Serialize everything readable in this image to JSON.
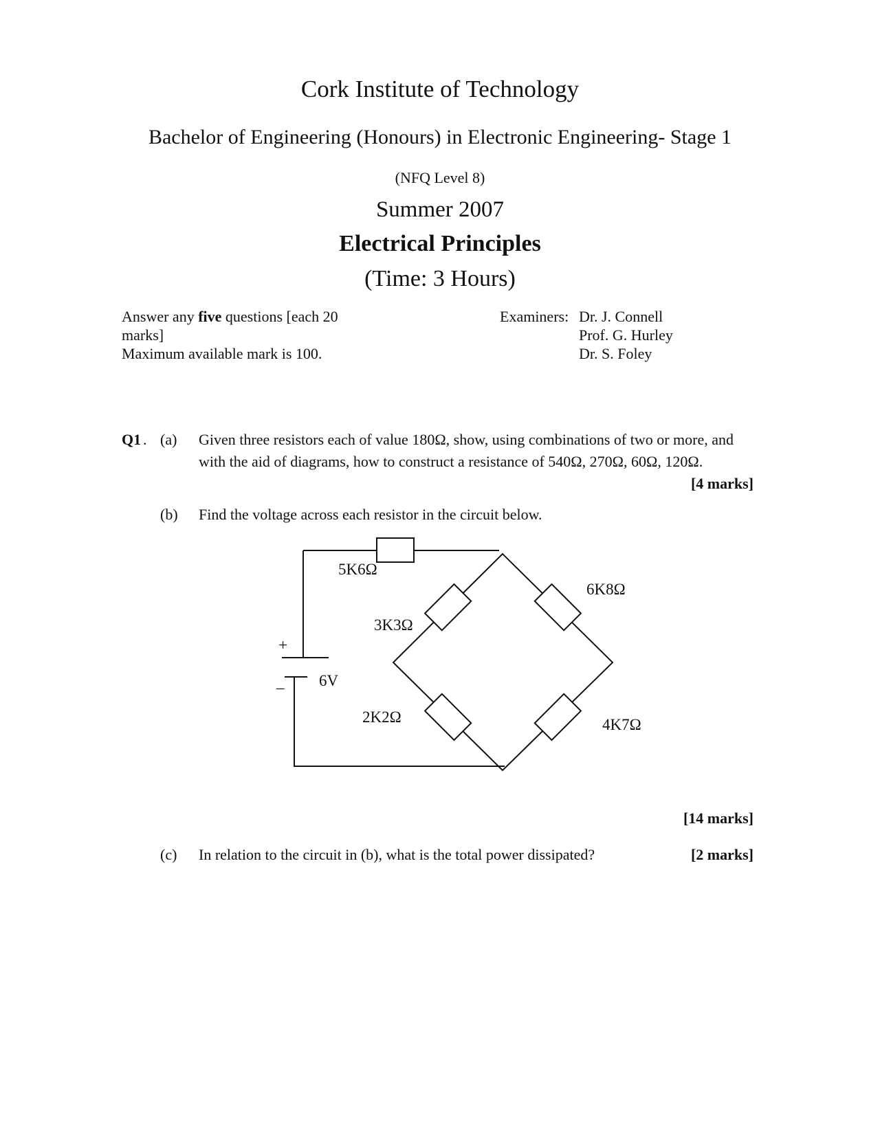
{
  "header": {
    "institution": "Cork Institute of Technology",
    "programme": "Bachelor of Engineering (Honours) in Electronic Engineering- Stage 1",
    "nfq_level": "(NFQ Level 8)",
    "session": "Summer 2007",
    "subject": "Electrical Principles",
    "duration": "(Time: 3 Hours)"
  },
  "instructions": {
    "line1_before": "Answer any ",
    "line1_bold": "five",
    "line1_after": " questions [each 20",
    "line2": "marks]",
    "line3": "Maximum available mark is 100."
  },
  "examiners": {
    "label": "Examiners:",
    "names": [
      "Dr. J. Connell",
      "Prof. G. Hurley",
      "Dr. S. Foley"
    ]
  },
  "question": {
    "number": "Q1",
    "parts": [
      {
        "label": "(a)",
        "text": "Given three resistors each of value 180Ω, show, using combinations of two or more, and with the aid of diagrams, how to construct a resistance of 540Ω, 270Ω, 60Ω, 120Ω.",
        "marks": "[4 marks]"
      },
      {
        "label": "(b)",
        "text": "Find the voltage across each resistor in the circuit below.",
        "marks": "[14 marks]"
      },
      {
        "label": "(c)",
        "text": "In relation to the circuit in (b), what is the total power dissipated?",
        "marks": "[2 marks]"
      }
    ]
  },
  "circuit": {
    "battery": {
      "voltage": "6V",
      "plus": "+",
      "minus": "_"
    },
    "resistors": {
      "series": "5K6Ω",
      "upper_left": "3K3Ω",
      "upper_right": "6K8Ω",
      "lower_left": "2K2Ω",
      "lower_right": "4K7Ω"
    }
  }
}
